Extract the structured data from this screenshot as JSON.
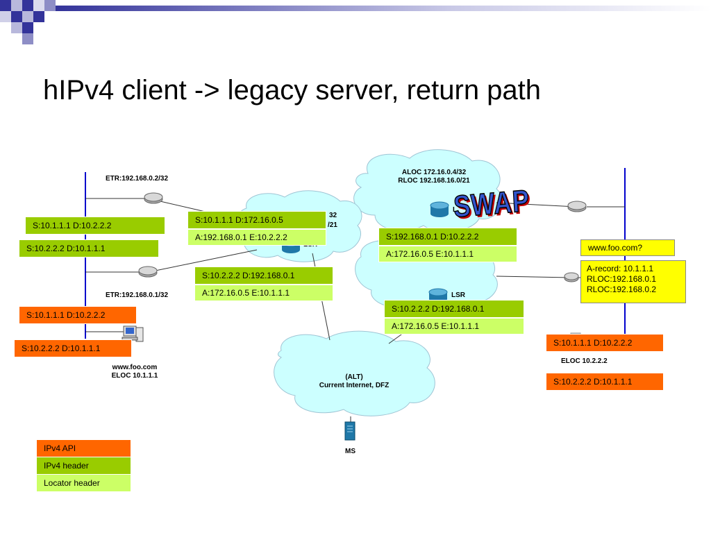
{
  "title": "hIPv4 client  -> legacy server, return path",
  "labels": {
    "etr_top": "ETR:192.168.0.2/32",
    "etr_bottom": "ETR:192.168.0.1/32",
    "aloc_line1": "ALOC 172.16.0.4/32",
    "aloc_line2": "RLOC 192.168.16.0/21",
    "partial_32": "32",
    "partial_21": "/21",
    "lsr_top": "L",
    "lsr_mid": "LSR",
    "lsr_left": "LSR",
    "alt_line1": "(ALT)",
    "alt_line2": "Current Internet, DFZ",
    "ms": "MS",
    "client_name": "www.foo.com",
    "client_eloc": "ELOC 10.1.1.1",
    "server_eloc": "ELOC 10.2.2.2",
    "swap": "SWAP"
  },
  "boxes": {
    "left_green_1": "S:10.1.1.1 D:10.2.2.2",
    "left_green_2": "S:10.2.2.2 D:10.1.1.1",
    "left_orange_1": "S:10.1.1.1 D:10.2.2.2",
    "left_orange_2": "S:10.2.2.2 D:10.1.1.1",
    "c1_green": "S:10.1.1.1 D:172.16.0.5",
    "c1_lgreen": "A:192.168.0.1 E:10.2.2.2",
    "c2_green": "S:10.2.2.2 D:192.168.0.1",
    "c2_lgreen": "A:172.16.0.5 E:10.1.1.1",
    "r1_green": "S:192.168.0.1 D:10.2.2.2",
    "r1_lgreen": "A:172.16.0.5 E:10.1.1.1",
    "r2_green": "S:10.2.2.2 D:192.168.0.1",
    "r2_lgreen": "A:172.16.0.5 E:10.1.1.1",
    "dns_query": "www.foo.com?",
    "dns_answer": [
      "A-record: 10.1.1.1",
      "RLOC:192.168.0.1",
      "RLOC:192.168.0.2"
    ],
    "right_orange_1": "S:10.1.1.1 D:10.2.2.2",
    "right_orange_2": "S:10.2.2.2 D:10.1.1.1"
  },
  "legend": {
    "api": "IPv4 API",
    "header": "IPv4 header",
    "locator": "Locator header"
  },
  "colors": {
    "ipv4_api": "#ff6600",
    "ipv4_header": "#99cc00",
    "locator_header": "#ccff66",
    "cloud": "#ccffff",
    "dns": "#ffff00",
    "deco": "#6666aa"
  }
}
